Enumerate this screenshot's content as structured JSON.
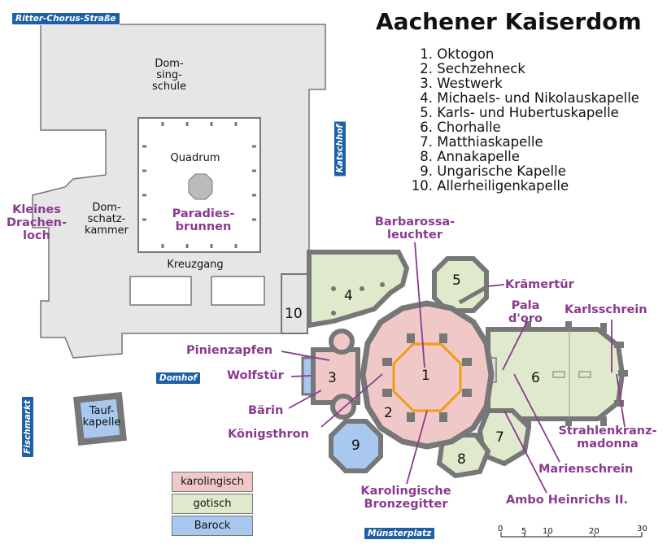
{
  "title": "Aachener Kaiserdom",
  "legend_items": [
    {
      "num": "1.",
      "name": "Oktogon"
    },
    {
      "num": "2.",
      "name": "Sechzehneck"
    },
    {
      "num": "3.",
      "name": "Westwerk"
    },
    {
      "num": "4.",
      "name": "Michaels- und Nikolauskapelle"
    },
    {
      "num": "5.",
      "name": "Karls- und Hubertuskapelle"
    },
    {
      "num": "6.",
      "name": "Chorhalle"
    },
    {
      "num": "7.",
      "name": "Matthiaskapelle"
    },
    {
      "num": "8.",
      "name": "Annakapelle"
    },
    {
      "num": "9.",
      "name": "Ungarische Kapelle"
    },
    {
      "num": "10.",
      "name": "Allerheiligenkapelle"
    }
  ],
  "streets": {
    "ritter": "Ritter-Chorus-Straße",
    "katschhof": "Katschhof",
    "domhof": "Domhof",
    "fischmarkt": "Fischmarkt",
    "muensterplatz": "Münsterplatz"
  },
  "buildings": {
    "domsingschule": [
      "Dom-",
      "sing-",
      "schule"
    ],
    "quadrum": "Quadrum",
    "domschatzkammer": [
      "Dom-",
      "schatz-",
      "kammer"
    ],
    "kreuzgang": "Kreuzgang",
    "taufkapelle": [
      "Tauf-",
      "kapelle"
    ]
  },
  "features": {
    "kleines_drachenloch": [
      "Kleines",
      "Drachen-",
      "loch"
    ],
    "paradiesbrunnen": [
      "Paradies-",
      "brunnen"
    ],
    "barbarossaleuchter": [
      "Barbarossa-",
      "leuchter"
    ],
    "kraemertuer": "Krämertür",
    "pala_doro": [
      "Pala",
      "d'oro"
    ],
    "karlsschrein": "Karlsschrein",
    "pinienzapfen": "Pinienzapfen",
    "wolfstuer": "Wolfstür",
    "baerin": "Bärin",
    "koenigsthron": "Königsthron",
    "strahlenkranzmadonna": [
      "Strahlenkranz-",
      "madonna"
    ],
    "marienschrein": "Marienschrein",
    "ambo": "Ambo Heinrichs II.",
    "bronzegitter": [
      "Karolingische",
      "Bronzegitter"
    ]
  },
  "numbers": {
    "n1": "1",
    "n2": "2",
    "n3": "3",
    "n4": "4",
    "n5": "5",
    "n6": "6",
    "n7": "7",
    "n8": "8",
    "n9": "9",
    "n10": "10"
  },
  "key": {
    "karolingisch": "karolingisch",
    "gotisch": "gotisch",
    "barock": "Barock"
  },
  "scale": {
    "labels": [
      "0",
      "5",
      "10",
      "20",
      "30"
    ]
  },
  "colors": {
    "karolingisch": "#f0c8c8",
    "gotisch": "#dfe9cc",
    "barock": "#a8c8f0",
    "wall": "#777777",
    "annex": "#e6e6e6",
    "label_purple": "#8a3a8f",
    "street_blue": "#1f5fa6",
    "bronzegitter": "#f39c12"
  }
}
